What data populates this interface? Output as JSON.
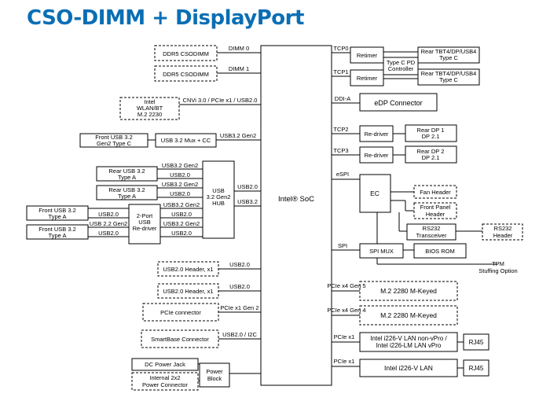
{
  "title": "CSO-DIMM + DisplayPort",
  "soc": "Intel® SoC",
  "left": {
    "dimm1": "DDR5 CSODIMM",
    "dimm1_link": "DIMM 0",
    "dimm2": "DDR5 CSODIMM",
    "dimm2_link": "DIMM 1",
    "wlan": [
      "Intel",
      "WLAN/BT",
      "M.2 2230"
    ],
    "wlan_link": "CNVi 3.0 / PCIe x1 / USB2.0",
    "front_usbc": [
      "Front USB 3.2",
      "Gen2 Type C"
    ],
    "mux": "USB 3.2 Mux + CC",
    "mux_link": "USB3.2 Gen2",
    "hub": [
      "USB",
      "3.2 Gen2",
      "HUB"
    ],
    "hub_link1": "USB2.0",
    "hub_link2": "USB3.2",
    "rear_usb_a1": [
      "Rear USB 3.2",
      "Type A"
    ],
    "rear_usb_a2": [
      "Rear USB 3.2",
      "Type A"
    ],
    "front_usb_a1": [
      "Front USB 3.2",
      "Type A"
    ],
    "front_usb_a2": [
      "Front USB 3.2",
      "Type A"
    ],
    "redriver": [
      "2-Port",
      "USB",
      "Re-driver"
    ],
    "usb32gen2": "USB3.2 Gen2",
    "usb20": "USB2.0",
    "usb2gen2": "USB 2.2 Gen2",
    "usb2hdr1": "USB2.0 Header, x1",
    "usb2hdr1_link": "USB2.0",
    "usb2hdr2": "USB2.0 Header, x1",
    "usb2hdr2_link": "USB2.0",
    "pcie_conn": "PCIe connector",
    "pcie_conn_link": "PCIe x1 Gen 2",
    "smartbase": "SmartBase Connector",
    "smartbase_link": "USB2.0 / I2C",
    "dc_jack": "DC Power Jack",
    "internal_power": [
      "Internal 2x2",
      "Power Connector"
    ],
    "power_block": [
      "Power",
      "Block"
    ]
  },
  "right": {
    "tcp0": "TCP0",
    "tcp1": "TCP1",
    "retimer": "Retimer",
    "pd": [
      "Type C PD",
      "Controller"
    ],
    "rear_tbt1": [
      "Rear TBT4/DP/USB4",
      "Type C"
    ],
    "rear_tbt2": [
      "Rear TBT4/DP/USB4",
      "Type C"
    ],
    "ddia": "DDI-A",
    "edp": "eDP Connector",
    "tcp2": "TCP2",
    "tcp3": "TCP3",
    "redriver": "Re-driver",
    "rear_dp1": [
      "Rear DP 1",
      "DP 2.1"
    ],
    "rear_dp2": [
      "Rear DP 2",
      "DP 2.1"
    ],
    "espi": "eSPI",
    "ec": "EC",
    "fan": "Fan Header",
    "front_panel": [
      "Front Panel",
      "Header"
    ],
    "rs232_trans": [
      "RS232",
      "Transceiver"
    ],
    "rs232_hdr": [
      "RS232",
      "Header"
    ],
    "spi": "SPI",
    "spi_mux": "SPI MUX",
    "bios": "BIOS ROM",
    "tpm": [
      "TPM",
      "Stuffing Option"
    ],
    "pcie_gen5": "PCIe x4 Gen 5",
    "m2_1": "M.2 2280 M-Keyed",
    "pcie_gen4": "PCIe x4 Gen 4",
    "m2_2": "M.2 2280 M-Keyed",
    "pcie_x1a": "PCIe x1",
    "lan1": [
      "Intel i226-V LAN non-vPro /",
      "Intel i226-LM LAN vPro"
    ],
    "rj45a": "RJ45",
    "pcie_x1b": "PCIe x1",
    "lan2": "Intel i226-V LAN",
    "rj45b": "RJ45"
  }
}
